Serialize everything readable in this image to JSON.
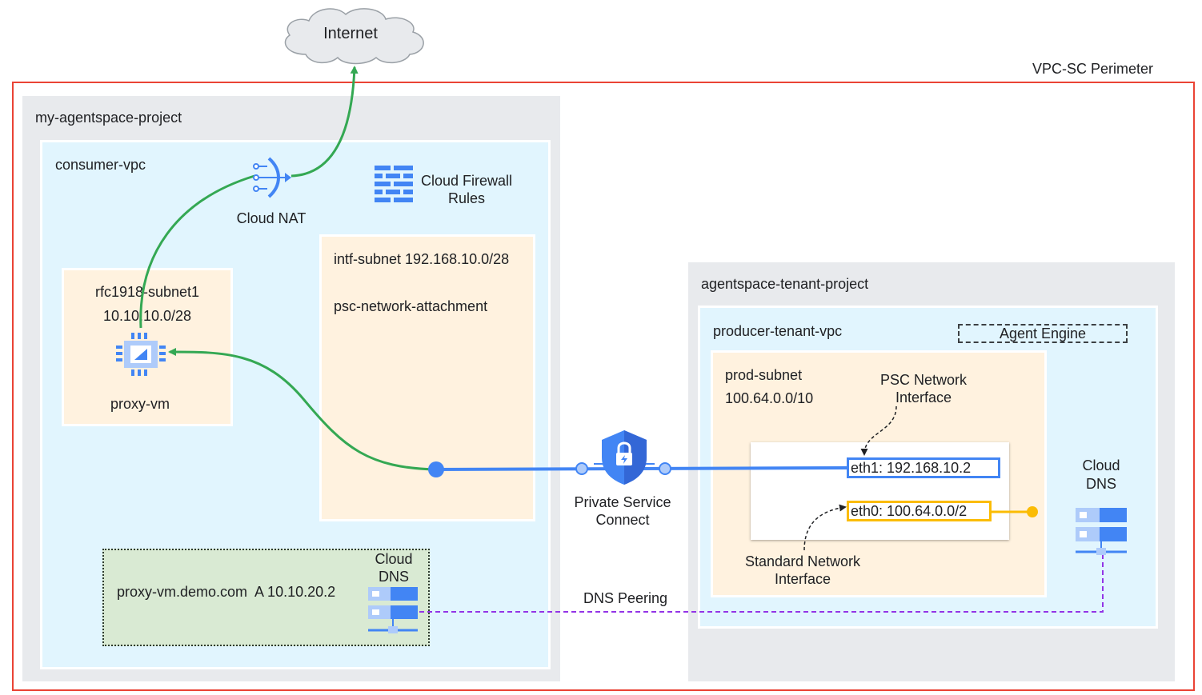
{
  "internet": {
    "label": "Internet"
  },
  "perimeter": {
    "label": "VPC-SC Perimeter"
  },
  "consumer_project": {
    "label": "my-agentspace-project",
    "vpc": {
      "label": "consumer-vpc",
      "cloud_nat": "Cloud NAT",
      "firewall": {
        "line1": "Cloud Firewall",
        "line2": "Rules"
      },
      "rfc_subnet": {
        "name": "rfc1918-subnet1",
        "cidr": "10.10.10.0/28",
        "vm": "proxy-vm"
      },
      "intf_subnet": {
        "name": "intf-subnet 192.168.10.0/28",
        "attachment": "psc-network-attachment"
      },
      "dns_zone": {
        "record": "proxy-vm.demo.com  A 10.10.20.2",
        "dns_line1": "Cloud",
        "dns_line2": "DNS"
      }
    }
  },
  "psc": {
    "line1": "Private Service",
    "line2": "Connect"
  },
  "dns_peering": "DNS Peering",
  "tenant_project": {
    "label": "agentspace-tenant-project",
    "vpc": {
      "label": "producer-tenant-vpc",
      "agent_engine": "Agent Engine",
      "prod_subnet": {
        "name": "prod-subnet",
        "cidr": "100.64.0.0/10",
        "psc_iface": {
          "line1": "PSC Network",
          "line2": "Interface"
        },
        "eth1": "eth1: 192.168.10.2",
        "eth0": "eth0: 100.64.0.0/2",
        "std_iface": {
          "line1": "Standard Network",
          "line2": "Interface"
        }
      },
      "cloud_dns": {
        "line1": "Cloud",
        "line2": "DNS"
      }
    }
  },
  "colors": {
    "perimeter": "#ea4335",
    "project_bg": "#e8eaed",
    "vpc_bg": "#e1f5fe",
    "subnet_bg": "#fff2df",
    "dns_zone_bg": "#d9ead3",
    "google_blue": "#4285f4",
    "green_path": "#34a853",
    "yellow": "#fbbc04",
    "purple": "#9334e6"
  }
}
